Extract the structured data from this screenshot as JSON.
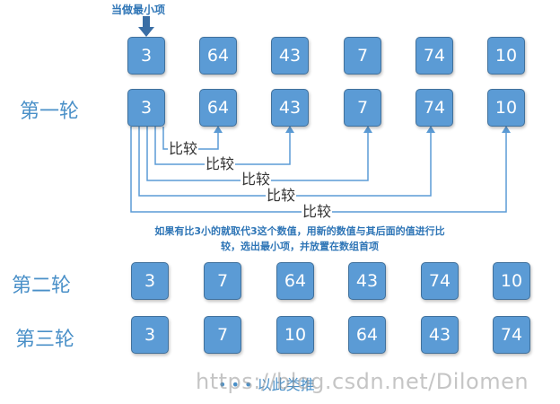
{
  "top_label": "当做最小项",
  "row_labels": [
    "第一轮",
    "第二轮",
    "第三轮"
  ],
  "initial_row": [
    "3",
    "64",
    "43",
    "7",
    "74",
    "10"
  ],
  "round1_row": [
    "3",
    "64",
    "43",
    "7",
    "74",
    "10"
  ],
  "round2_row": [
    "3",
    "7",
    "64",
    "43",
    "74",
    "10"
  ],
  "round3_row": [
    "3",
    "7",
    "10",
    "64",
    "43",
    "74"
  ],
  "compare_labels": [
    "比较",
    "比较",
    "比较",
    "比较",
    "比较"
  ],
  "note_lines": [
    "如果有比3小的就取代3这个数值，用新的数值与其后面的值进行比",
    "较，选出最小项，并放置在数组首项"
  ],
  "etc_text": "• • • 以此类推",
  "watermark": "https://blog.csdn.net/Dilomen",
  "colors": {
    "box_fill": "#5b9bd5",
    "box_border": "#41719c",
    "accent_text": "#2e75b6"
  }
}
